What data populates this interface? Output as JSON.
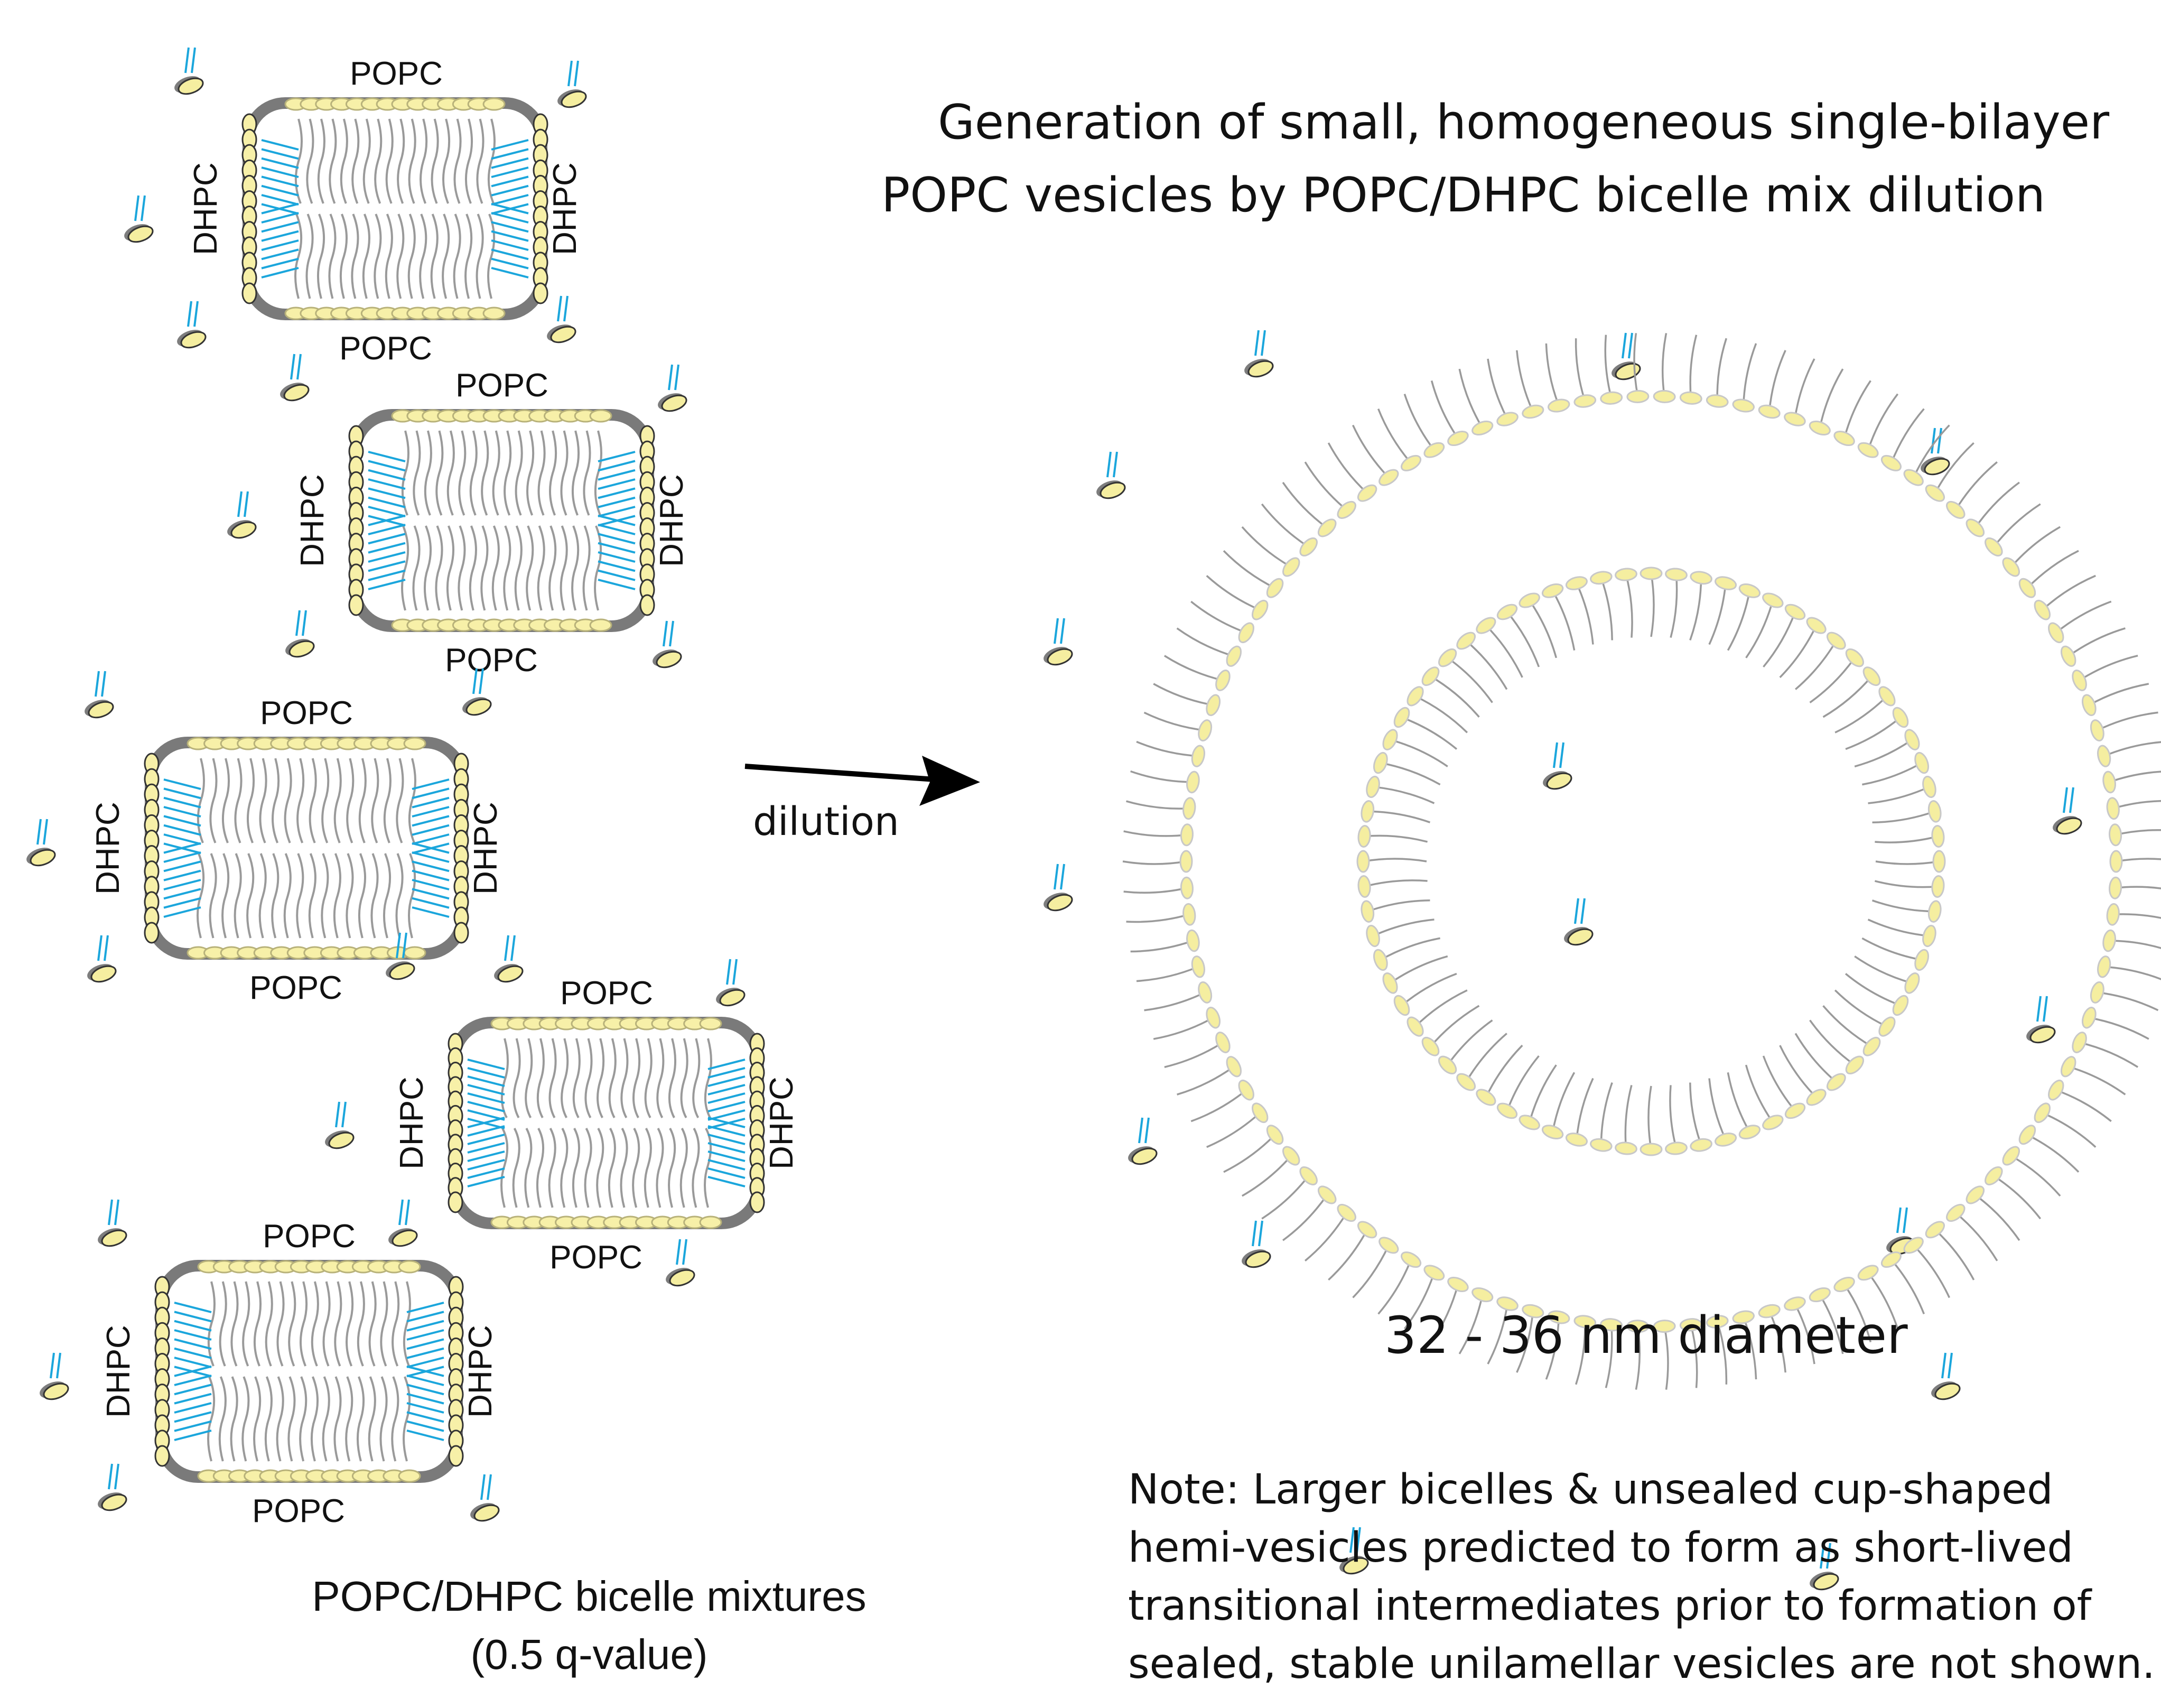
{
  "title": {
    "line1": "Generation of small, homogeneous single-bilayer",
    "line2": "POPC vesicles by POPC/DHPC bicelle mix dilution"
  },
  "bicelle_labels": {
    "top": "POPC",
    "bottom": "POPC",
    "left": "DHPC",
    "right": "DHPC"
  },
  "arrow_label": "dilution",
  "vesicle_caption": "32 - 36 nm diameter",
  "left_caption": {
    "line1": "POPC/DHPC bicelle mixtures",
    "line2": "(0.5 q-value)"
  },
  "note": {
    "line1": "Note:   Larger bicelles & unsealed cup-shaped",
    "line2": "hemi-vesicles predicted to form as short-lived",
    "line3": "transitional intermediates prior to formation of",
    "line4": "sealed, stable unilamellar vesicles are not shown."
  },
  "colors": {
    "popc_head": "#f7f0a8",
    "popc_head_edge": "#b8b27a",
    "dhpc_head": "#7a7a7a",
    "lipid_tail": "#9a9a9a",
    "dhpc_tail": "#1ba6dc",
    "vesicle_head": "#f5eea0",
    "text": "#111111"
  },
  "counts": {
    "bicelles": 5,
    "free_dhpc_molecules": 40
  }
}
